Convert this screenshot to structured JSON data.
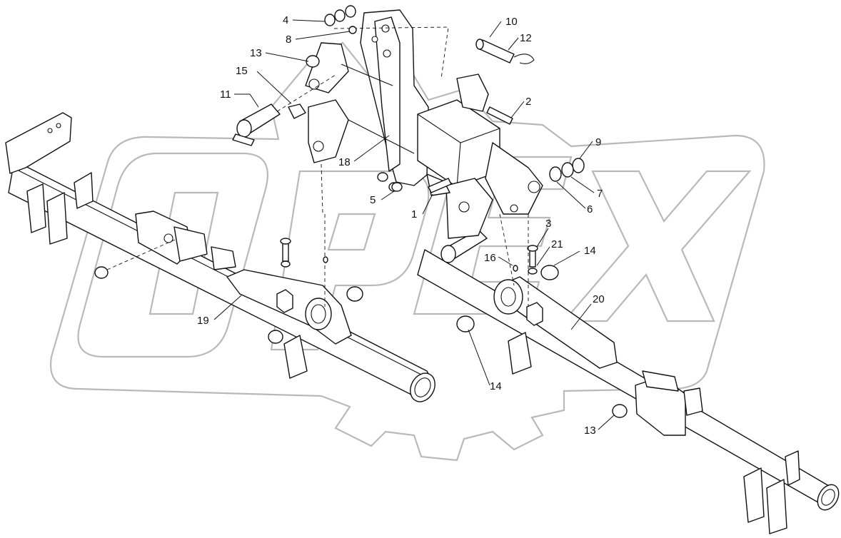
{
  "watermark": {
    "text": "OPEX",
    "color": "#b9b9b9"
  },
  "callouts": [
    {
      "id": "c4",
      "text": "4"
    },
    {
      "id": "c8",
      "text": "8"
    },
    {
      "id": "c13a",
      "text": "13"
    },
    {
      "id": "c15",
      "text": "15"
    },
    {
      "id": "c11",
      "text": "11"
    },
    {
      "id": "c10",
      "text": "10"
    },
    {
      "id": "c12",
      "text": "12"
    },
    {
      "id": "c2",
      "text": "2"
    },
    {
      "id": "c9",
      "text": "9"
    },
    {
      "id": "c7",
      "text": "7"
    },
    {
      "id": "c6",
      "text": "6"
    },
    {
      "id": "c18",
      "text": "18"
    },
    {
      "id": "c5",
      "text": "5"
    },
    {
      "id": "c1",
      "text": "1"
    },
    {
      "id": "c3",
      "text": "3"
    },
    {
      "id": "c21",
      "text": "21"
    },
    {
      "id": "c14a",
      "text": "14"
    },
    {
      "id": "c16",
      "text": "16"
    },
    {
      "id": "c20",
      "text": "20"
    },
    {
      "id": "c19",
      "text": "19"
    },
    {
      "id": "c14b",
      "text": "14"
    },
    {
      "id": "c13b",
      "text": "13"
    }
  ]
}
